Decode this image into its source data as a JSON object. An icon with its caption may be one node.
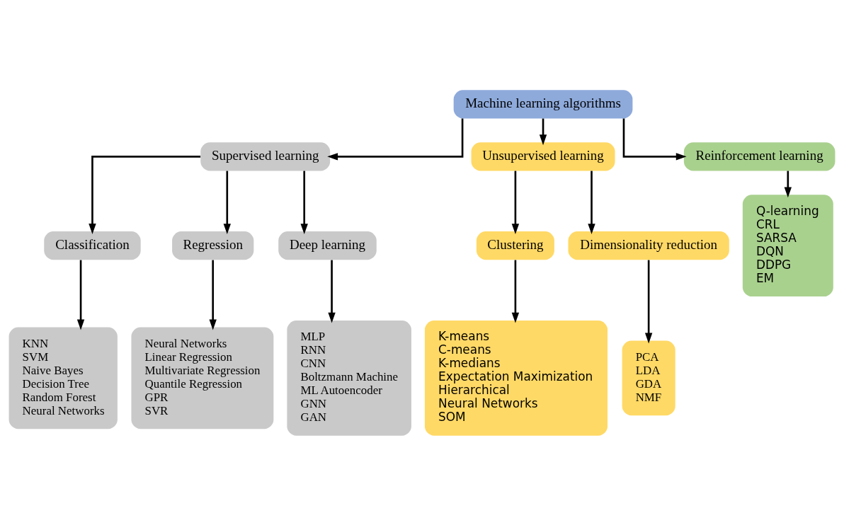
{
  "diagram": {
    "nodes": [
      {
        "text": [
          "Machine learning algorithms"
        ]
      },
      {
        "text": [
          "Supervised learning"
        ]
      },
      {
        "text": [
          "Unsupervised learning"
        ]
      },
      {
        "text": [
          "Reinforcement learning"
        ]
      },
      {
        "text": [
          "Classification"
        ]
      },
      {
        "text": [
          "Regression"
        ]
      },
      {
        "text": [
          "Deep learning"
        ]
      },
      {
        "text": [
          "Clustering"
        ]
      },
      {
        "text": [
          "Dimensionality reduction"
        ]
      },
      {
        "text": [
          "KNN",
          "SVM",
          "Naive Bayes",
          "Decision Tree",
          "Random Forest",
          "Neural Networks"
        ]
      },
      {
        "text": [
          "Neural Networks",
          "Linear Regression",
          "Multivariate Regression",
          "Quantile Regression",
          "GPR",
          "SVR"
        ]
      },
      {
        "text": [
          "MLP",
          "RNN",
          "CNN",
          "Boltzmann Machine",
          "ML Autoencoder",
          "GNN",
          "GAN"
        ]
      },
      {
        "text": [
          "K-means",
          "C-means",
          "K-medians",
          "Expectation Maximization",
          "Hierarchical",
          "Neural Networks",
          "SOM"
        ]
      },
      {
        "text": [
          "PCA",
          "LDA",
          "GDA",
          "NMF"
        ]
      },
      {
        "text": [
          "Q-learning",
          "CRL",
          "SARSA",
          "DQN",
          "DDPG",
          "EM"
        ]
      }
    ],
    "edges": [
      {
        "from": 0,
        "to": 1,
        "arrow": "to"
      },
      {
        "from": 0,
        "to": 2,
        "arrow": "to"
      },
      {
        "from": 0,
        "to": 3,
        "arrow": "to"
      },
      {
        "from": 1,
        "to": 4,
        "arrow": "to"
      },
      {
        "from": 1,
        "to": 5,
        "arrow": "to"
      },
      {
        "from": 1,
        "to": 6,
        "arrow": "to"
      },
      {
        "from": 2,
        "to": 7,
        "arrow": "to"
      },
      {
        "from": 2,
        "to": 8,
        "arrow": "to"
      },
      {
        "from": 3,
        "to": 14,
        "arrow": "to"
      },
      {
        "from": 4,
        "to": 9,
        "arrow": "to"
      },
      {
        "from": 5,
        "to": 10,
        "arrow": "to"
      },
      {
        "from": 6,
        "to": 11,
        "arrow": "to"
      },
      {
        "from": 7,
        "to": 12,
        "arrow": "to"
      },
      {
        "from": 8,
        "to": 13,
        "arrow": "to"
      }
    ]
  }
}
